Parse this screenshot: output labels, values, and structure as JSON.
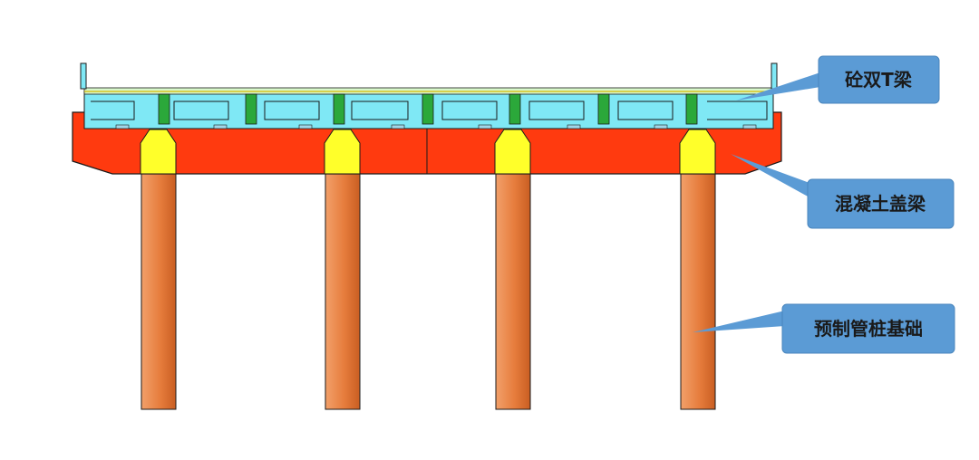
{
  "labels": {
    "t_beam": "砼双T梁",
    "cap_beam": "混凝土盖梁",
    "pile": "预制管桩基础"
  },
  "colors": {
    "callout_bg": "#5b9bd5",
    "callout_text": "#1a1a1a",
    "cap_beam": "#ff3a0f",
    "support_block": "#ffff2a",
    "pile": "#e67c3c",
    "t_beam_fill": "#7fe8f5",
    "t_beam_top": "#d8f8cc",
    "shear_key": "#2ba83a",
    "outline": "#1a1a1a"
  },
  "structure": {
    "pile_count": 4,
    "shear_key_count": 7
  }
}
